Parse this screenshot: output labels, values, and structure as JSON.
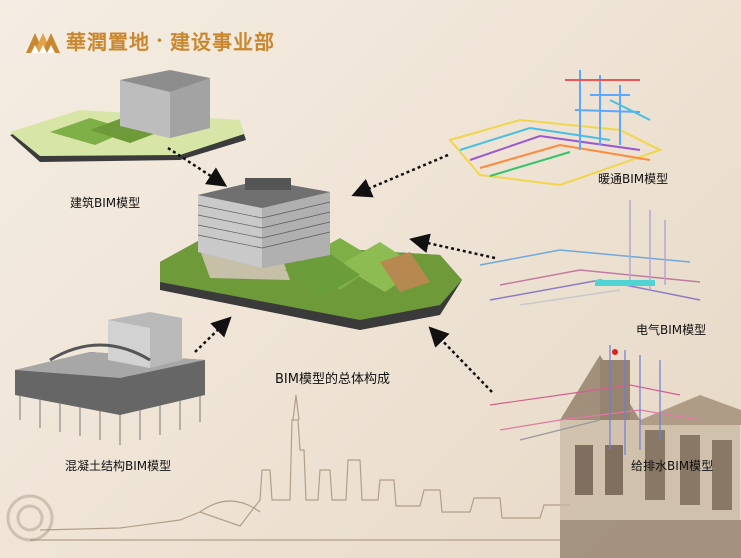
{
  "header": {
    "company": "華潤置地",
    "division": "建设事业部",
    "separator": "·"
  },
  "labels": {
    "architecture": "建筑BIM模型",
    "hvac": "暖通BIM模型",
    "electrical": "电气BIM模型",
    "structure": "混凝土结构BIM模型",
    "plumbing": "给排水BIM模型",
    "center": "BIM模型的总体构成"
  },
  "icons": {
    "logo": "mountain-logo-icon"
  },
  "colors": {
    "brand": "#c9872f",
    "roof_green": "#6e9a3a",
    "background": "#efe4d6"
  }
}
